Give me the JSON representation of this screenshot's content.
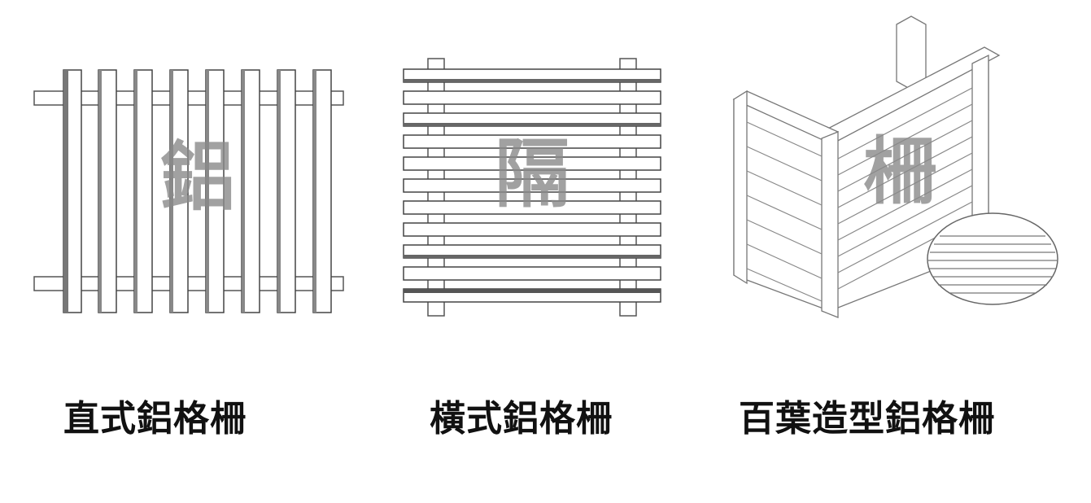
{
  "panels": [
    {
      "id": "vertical",
      "caption": "直式鋁格柵",
      "watermark": "鋁"
    },
    {
      "id": "horizontal",
      "caption": "橫式鋁格柵",
      "watermark": "隔"
    },
    {
      "id": "louver",
      "caption": "百葉造型鋁格柵",
      "watermark": "柵"
    }
  ],
  "colors": {
    "stroke": "#555555",
    "line": "#333333",
    "bg": "#ffffff",
    "watermark": "#8a8a8a"
  }
}
